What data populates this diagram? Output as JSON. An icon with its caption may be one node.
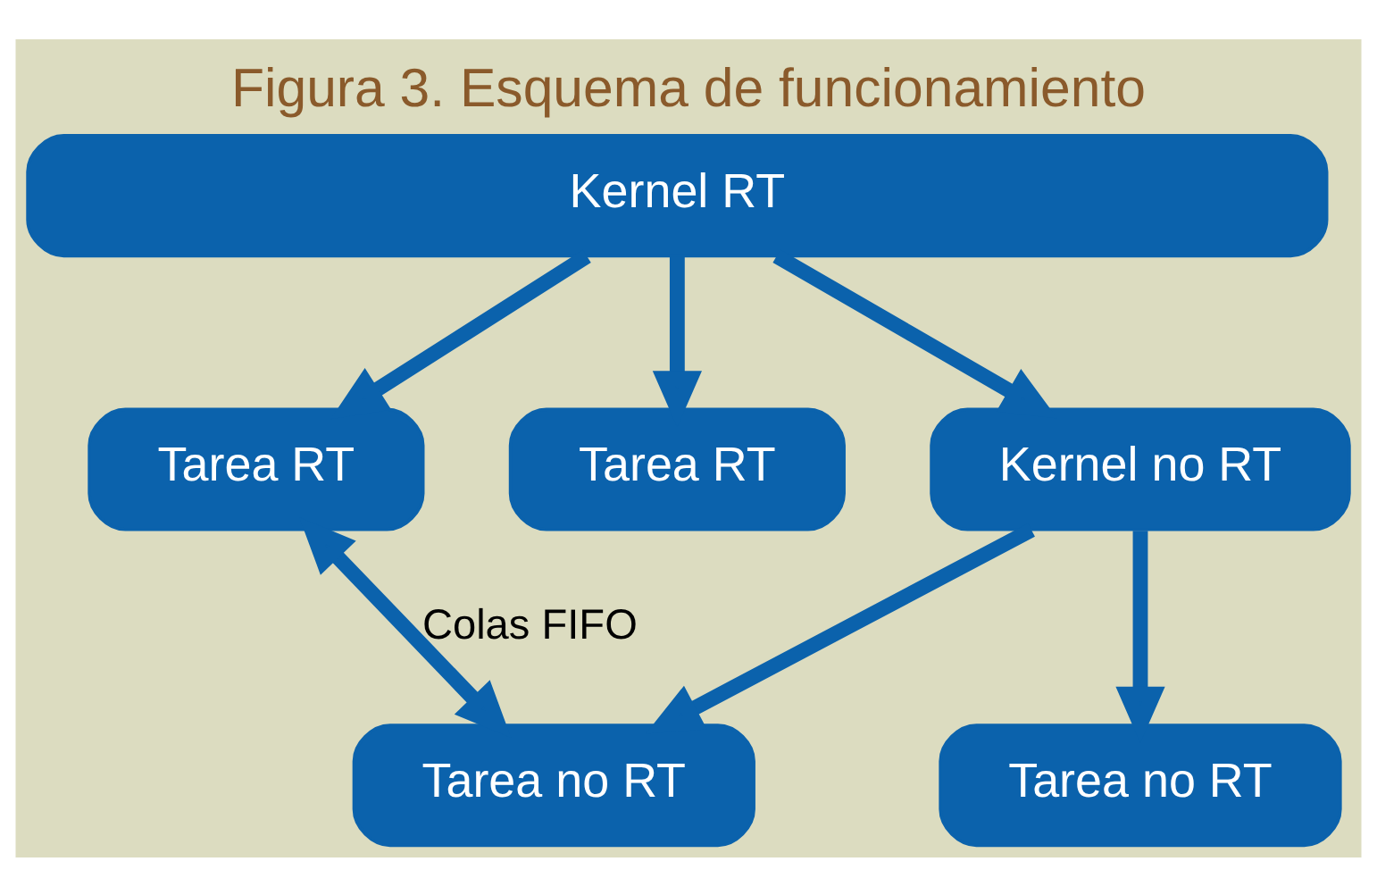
{
  "diagram": {
    "title": "Figura 3. Esquema de funcionamiento",
    "nodes": [
      {
        "text": [
          "Kernel RT"
        ]
      },
      {
        "text": [
          "Tarea RT"
        ]
      },
      {
        "text": [
          "Tarea RT"
        ]
      },
      {
        "text": [
          "Kernel no RT"
        ]
      },
      {
        "text": [
          "Tarea no RT"
        ]
      },
      {
        "text": [
          "Tarea no RT"
        ]
      }
    ],
    "edges": [
      {
        "from": 0,
        "to": 1,
        "arrow": "to"
      },
      {
        "from": 0,
        "to": 2,
        "arrow": "to"
      },
      {
        "from": 0,
        "to": 3,
        "arrow": "to"
      },
      {
        "from": 3,
        "to": 4,
        "arrow": "to"
      },
      {
        "from": 3,
        "to": 5,
        "arrow": "to"
      },
      {
        "from": 1,
        "to": 4,
        "arrow": "both",
        "label": "Colas FIFO"
      }
    ]
  }
}
